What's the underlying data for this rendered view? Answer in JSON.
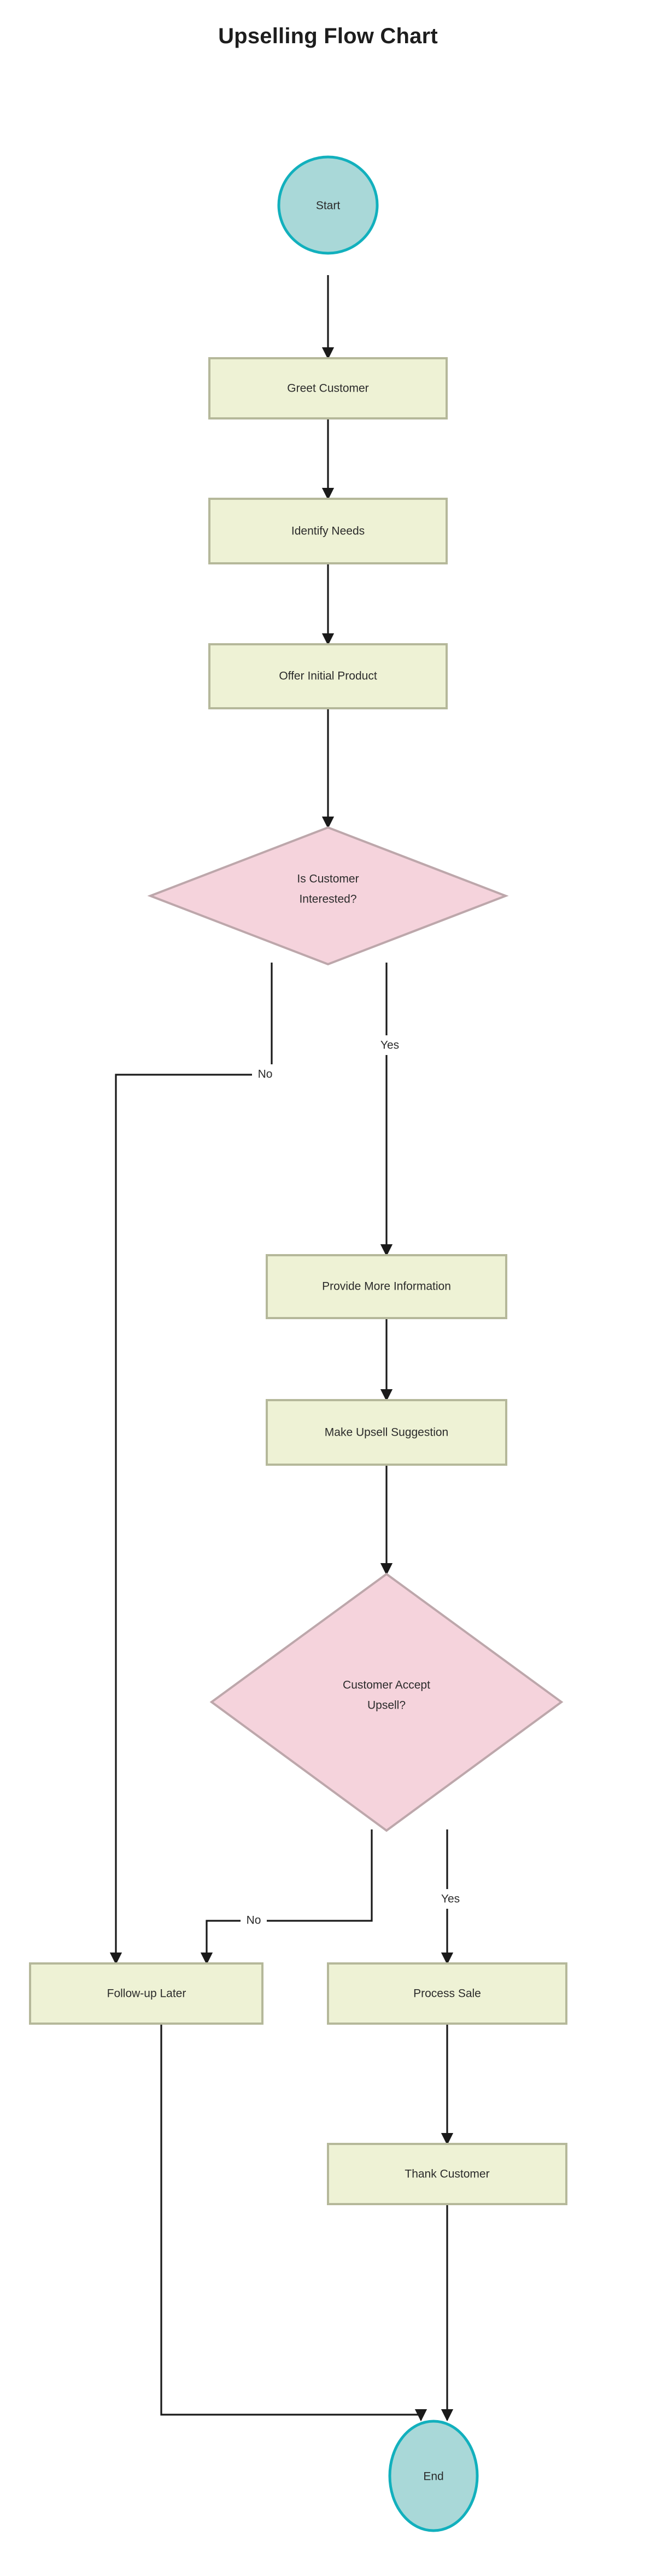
{
  "title": "Upselling Flow Chart",
  "colors": {
    "process_fill": "#eef2d5",
    "process_stroke": "#b5b89a",
    "decision_fill": "#f5d3dc",
    "decision_stroke": "#bda7ab",
    "terminator_fill": "#a9d8d8",
    "terminator_stroke": "#12b0bd",
    "edge": "#1a1a1a",
    "text": "#2b2b2b",
    "background": "#ffffff"
  },
  "nodes": [
    {
      "id": "start",
      "type": "terminator",
      "label": "Start"
    },
    {
      "id": "greet",
      "type": "process",
      "label": "Greet Customer"
    },
    {
      "id": "identify",
      "type": "process",
      "label": "Identify Needs"
    },
    {
      "id": "offer",
      "type": "process",
      "label": "Offer Initial Product"
    },
    {
      "id": "interested",
      "type": "decision",
      "label_line1": "Is Customer",
      "label_line2": "Interested?"
    },
    {
      "id": "provide",
      "type": "process",
      "label": "Provide More Information"
    },
    {
      "id": "upsell",
      "type": "process",
      "label": "Make Upsell Suggestion"
    },
    {
      "id": "accept",
      "type": "decision",
      "label_line1": "Customer Accept",
      "label_line2": "Upsell?"
    },
    {
      "id": "followup",
      "type": "process",
      "label": "Follow-up Later"
    },
    {
      "id": "process",
      "type": "process",
      "label": "Process Sale"
    },
    {
      "id": "thank",
      "type": "process",
      "label": "Thank Customer"
    },
    {
      "id": "end",
      "type": "terminator",
      "label": "End"
    }
  ],
  "edges": [
    {
      "from": "start",
      "to": "greet",
      "label": ""
    },
    {
      "from": "greet",
      "to": "identify",
      "label": ""
    },
    {
      "from": "identify",
      "to": "offer",
      "label": ""
    },
    {
      "from": "offer",
      "to": "interested",
      "label": ""
    },
    {
      "from": "interested",
      "to": "followup",
      "label": "No"
    },
    {
      "from": "interested",
      "to": "provide",
      "label": "Yes"
    },
    {
      "from": "provide",
      "to": "upsell",
      "label": ""
    },
    {
      "from": "upsell",
      "to": "accept",
      "label": ""
    },
    {
      "from": "accept",
      "to": "followup",
      "label": "No"
    },
    {
      "from": "accept",
      "to": "process",
      "label": "Yes"
    },
    {
      "from": "process",
      "to": "thank",
      "label": ""
    },
    {
      "from": "thank",
      "to": "end",
      "label": ""
    },
    {
      "from": "followup",
      "to": "end",
      "label": ""
    }
  ],
  "edge_labels": {
    "interested_no": "No",
    "interested_yes": "Yes",
    "accept_no": "No",
    "accept_yes": "Yes"
  }
}
